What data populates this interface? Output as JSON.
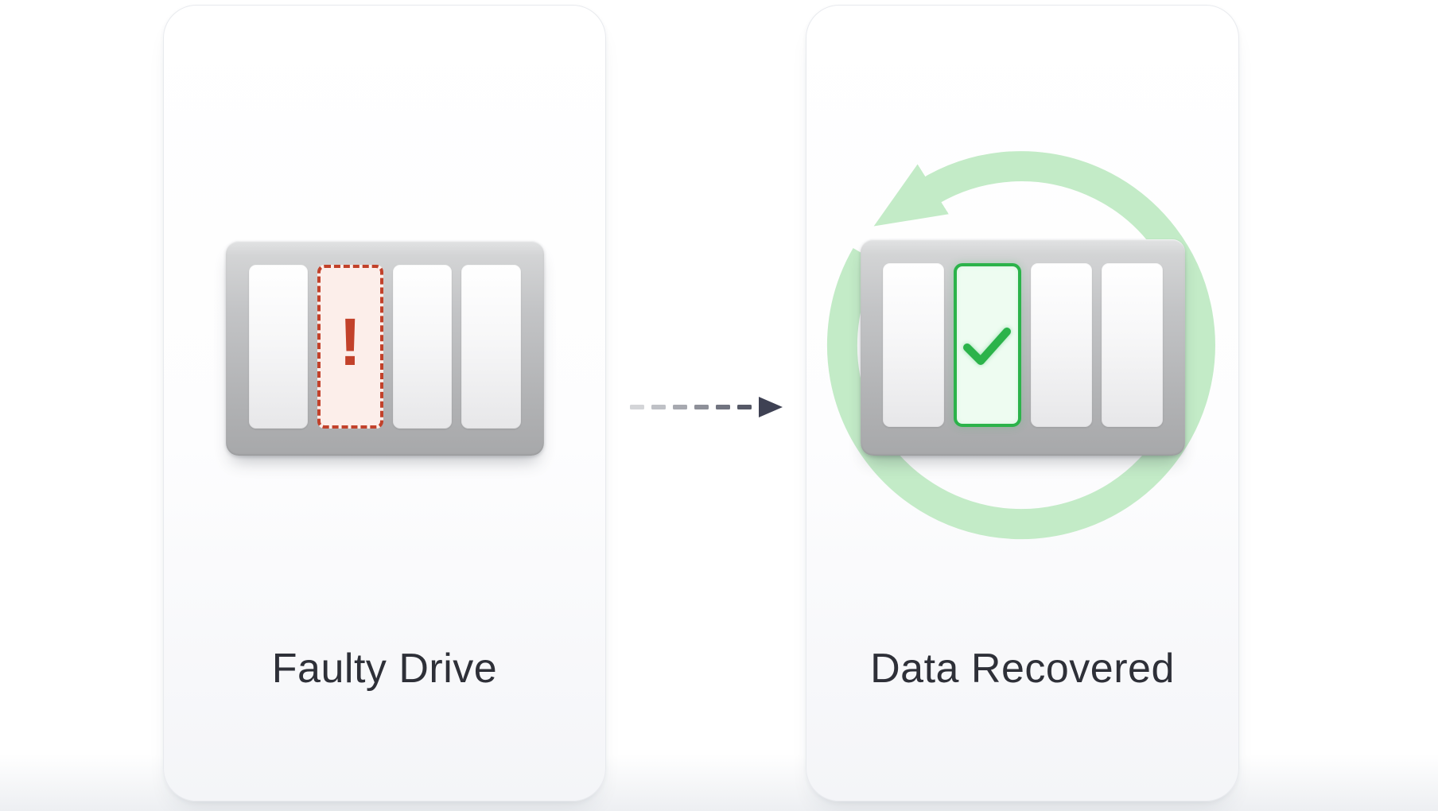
{
  "cards": [
    {
      "title": "Faulty Drive",
      "drive": {
        "bays": 4,
        "faulty_bay_index": 2,
        "status": "faulty",
        "status_glyph": "!"
      },
      "colors": {
        "alert": "#c2412a",
        "alert_bg": "#fceeea"
      }
    },
    {
      "title": "Data Recovered",
      "drive": {
        "bays": 4,
        "recovered_bay_index": 2,
        "status": "recovered"
      },
      "colors": {
        "success": "#2bb34a",
        "success_bg": "#eefcf1",
        "ring": "#c3ebc7"
      }
    }
  ],
  "connector": {
    "type": "dashed-arrow-right",
    "dash_colors": [
      "#d4d5d8",
      "#bfc1c6",
      "#a7a9b0",
      "#8e9099",
      "#717480",
      "#565967"
    ],
    "head_color": "#3e4153"
  },
  "text_color": "#2e3038"
}
